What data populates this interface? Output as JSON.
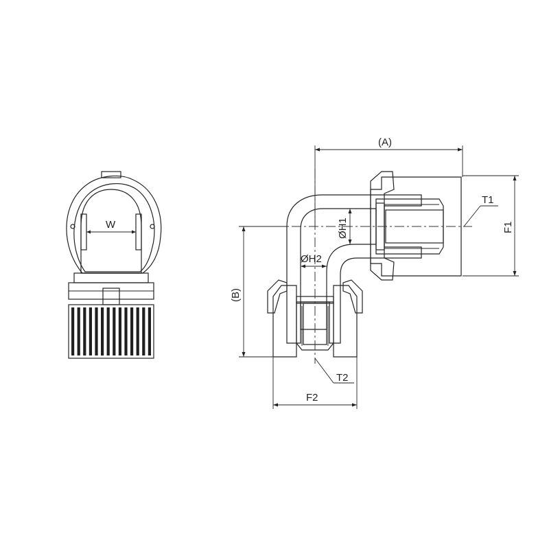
{
  "colors": {
    "body": "#e7d7ea",
    "nut": "#c9e6ee",
    "brass": "#f5edc9",
    "ring": "#d7ecc6",
    "dark": "#1f1f1f",
    "line": "#222222"
  },
  "labels": {
    "w": "W",
    "a": "(A)",
    "b": "(B)",
    "t1": "T1",
    "t2": "T2",
    "f1": "F1",
    "f2": "F2",
    "h1": "ØH1",
    "h2": "ØH2"
  }
}
